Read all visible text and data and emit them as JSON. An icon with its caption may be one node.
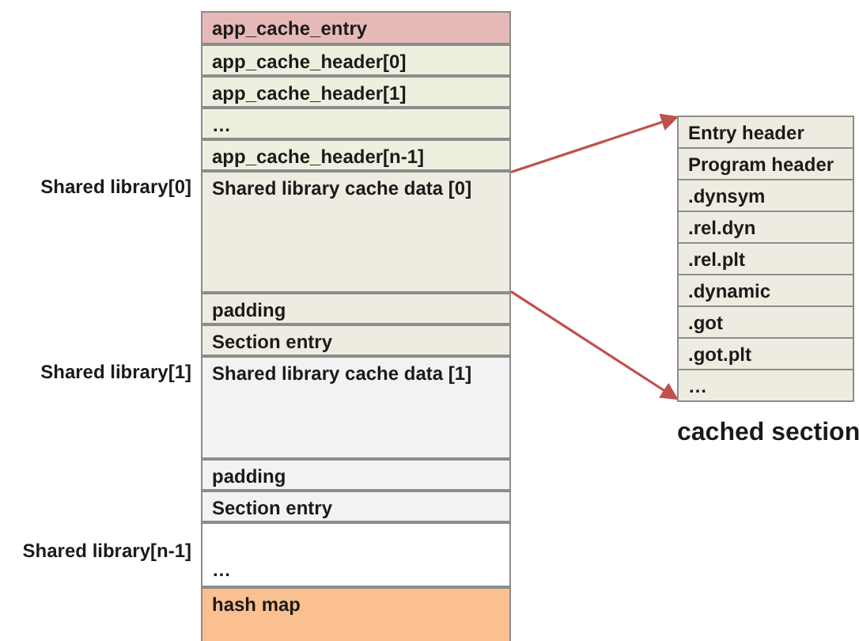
{
  "diagram": {
    "nodes": [
      {
        "text": [
          "app_cache_entry"
        ]
      },
      {
        "text": [
          "app_cache_header[0]"
        ]
      },
      {
        "text": [
          "app_cache_header[1]"
        ]
      },
      {
        "text": [
          "…"
        ]
      },
      {
        "text": [
          "app_cache_header[n-1]"
        ]
      },
      {
        "text": [
          "Shared library cache data [0]"
        ],
        "beside": [
          "Shared library[0]"
        ]
      },
      {
        "text": [
          "padding"
        ]
      },
      {
        "text": [
          "Section entry"
        ]
      },
      {
        "text": [
          "Shared library cache data [1]"
        ],
        "beside": [
          "Shared library[1]"
        ]
      },
      {
        "text": [
          "padding"
        ]
      },
      {
        "text": [
          "Section entry"
        ]
      },
      {
        "text": [
          "…"
        ],
        "beside": [
          "Shared library[n-1]"
        ]
      },
      {
        "text": [
          "hash map"
        ]
      },
      {
        "text": [
          "cached section"
        ]
      },
      {
        "text": [
          "Entry header"
        ],
        "in": 13
      },
      {
        "text": [
          "Program header"
        ],
        "in": 13
      },
      {
        "text": [
          ".dynsym"
        ],
        "in": 13
      },
      {
        "text": [
          ".rel.dyn"
        ],
        "in": 13
      },
      {
        "text": [
          ".rel.plt"
        ],
        "in": 13
      },
      {
        "text": [
          ".dynamic"
        ],
        "in": 13
      },
      {
        "text": [
          ".got"
        ],
        "in": 13
      },
      {
        "text": [
          ".got.plt"
        ],
        "in": 13
      },
      {
        "text": [
          "…"
        ],
        "in": 13
      }
    ],
    "edges": [
      {
        "from": 5,
        "to": 13,
        "arrow": "to"
      },
      {
        "from": 5,
        "to": 13,
        "arrow": "to"
      }
    ]
  }
}
